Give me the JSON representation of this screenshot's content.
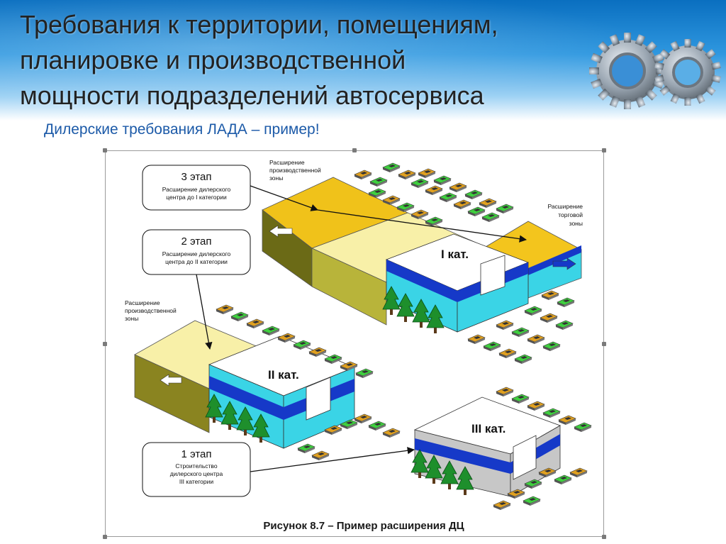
{
  "slide": {
    "title_lines": [
      "Требования к территории, помещениям,",
      "планировке и производственной",
      "мощности подразделений автосервиса"
    ],
    "subtitle": "Дилерские требования ЛАДА – пример!",
    "caption": "Рисунок 8.7 – Пример расширения ДЦ"
  },
  "diagram": {
    "stage3": {
      "title": "3 этап",
      "line1": "Расширение дилерского",
      "line2": "центра до I категории"
    },
    "stage2": {
      "title": "2 этап",
      "line1": "Расширение дилерского",
      "line2": "центра до II категории"
    },
    "stage1": {
      "title": "1 этап",
      "line1": "Строительство",
      "line2": "дилерского центра",
      "line3": "III категории"
    },
    "label_prod_top": [
      "Расширение",
      "производственной",
      "зоны"
    ],
    "label_prod_mid": [
      "Расширение",
      "производственной",
      "зоны"
    ],
    "label_trade": [
      "Расширение",
      "торговой",
      "зоны"
    ],
    "building_I": "I кат.",
    "building_II": "II кат.",
    "building_III": "III кат."
  }
}
